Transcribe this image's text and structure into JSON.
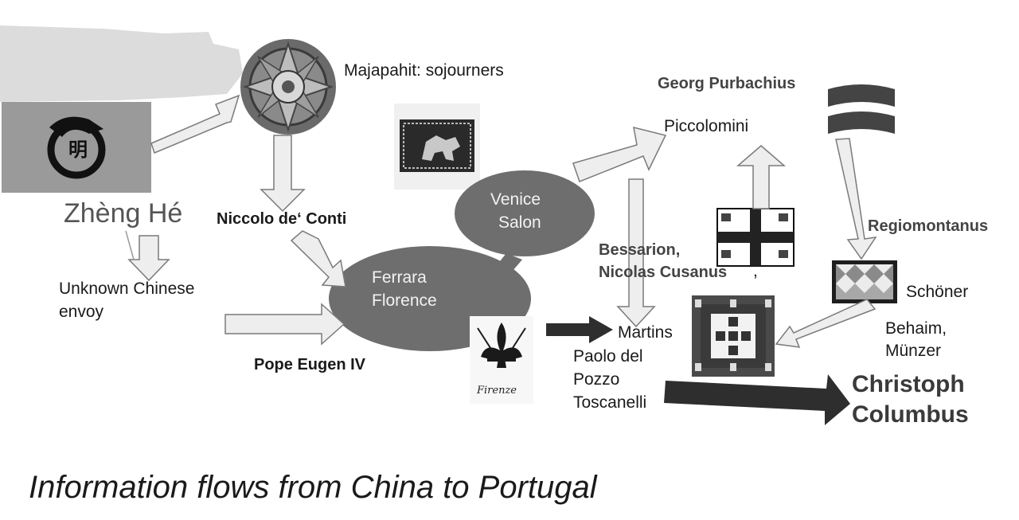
{
  "title": "Information flows from China to Portugal",
  "nodes": {
    "zheng_he": "Zhèng Hé",
    "ming_glyph": "明",
    "majapahit": "Majapahit: sojourners",
    "niccolo": "Niccolo de‘ Conti",
    "unknown_envoy_line1": "Unknown Chinese",
    "unknown_envoy_line2": "envoy",
    "ferrara_line1": "Ferrara",
    "ferrara_line2": "Florence",
    "venice_line1": "Venice",
    "venice_line2": "Salon",
    "pope": "Pope Eugen IV",
    "firenze": "Firenze",
    "georg": "Georg Purbachius",
    "piccolomini": "Piccolomini",
    "bessarion_line1": "Bessarion,",
    "bessarion_line2": "Nicolas Cusanus",
    "comma": ",",
    "regiomontanus": "Regiomontanus",
    "schoner": "Schöner",
    "behaim_line1": "Behaim,",
    "behaim_line2": "Münzer",
    "martins": "Martins",
    "toscanelli_line1": "Paolo del",
    "toscanelli_line2": "Pozzo",
    "toscanelli_line3": "Toscanelli",
    "columbus_line1": "Christoph",
    "columbus_line2": "Columbus"
  },
  "colors": {
    "oval_fill": "#6e6e6e",
    "arrow_light": "#eeeeee",
    "arrow_dark": "#2e2e2e",
    "arrow_outline": "#7a7a7a"
  },
  "icons": {
    "majapahit": "majapahit-sun-emblem-icon",
    "ming": "ming-dragon-logo-icon",
    "venice": "venice-lion-flag-icon",
    "florence": "florence-lily-icon",
    "byzantine": "byzantine-cross-flag-icon",
    "waves": "wave-banner-icon",
    "bavaria": "bavaria-lozenge-flag-icon",
    "portugal": "portugal-flag-icon"
  }
}
